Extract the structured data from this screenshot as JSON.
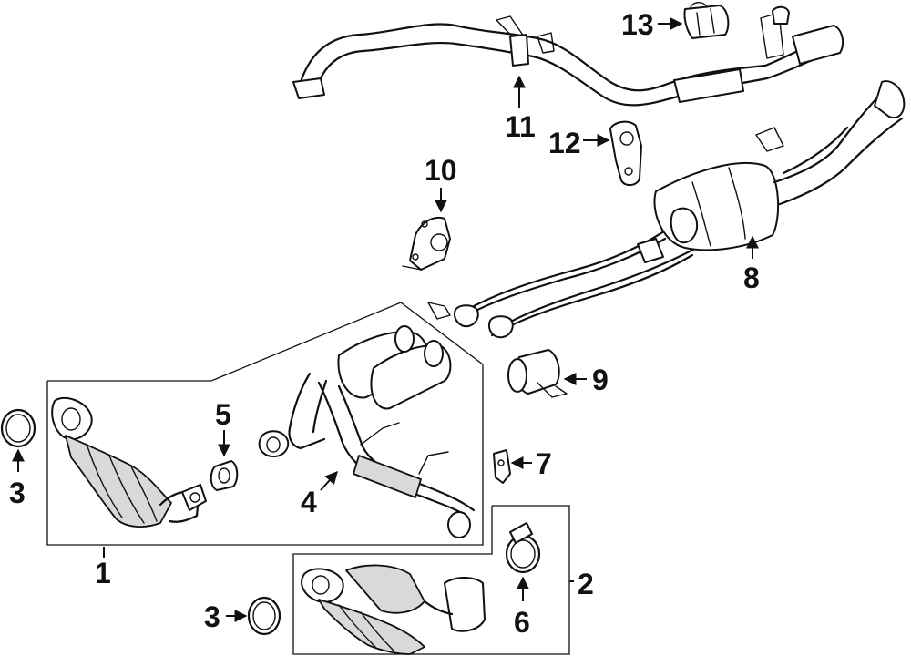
{
  "callouts": {
    "c1": "1",
    "c2": "2",
    "c3a": "3",
    "c3b": "3",
    "c4": "4",
    "c5": "5",
    "c6": "6",
    "c7": "7",
    "c8": "8",
    "c9": "9",
    "c10": "10",
    "c11": "11",
    "c12": "12",
    "c13": "13"
  },
  "colors": {
    "line": "#111111",
    "shade": "#d9d9d9",
    "background": "#ffffff"
  }
}
